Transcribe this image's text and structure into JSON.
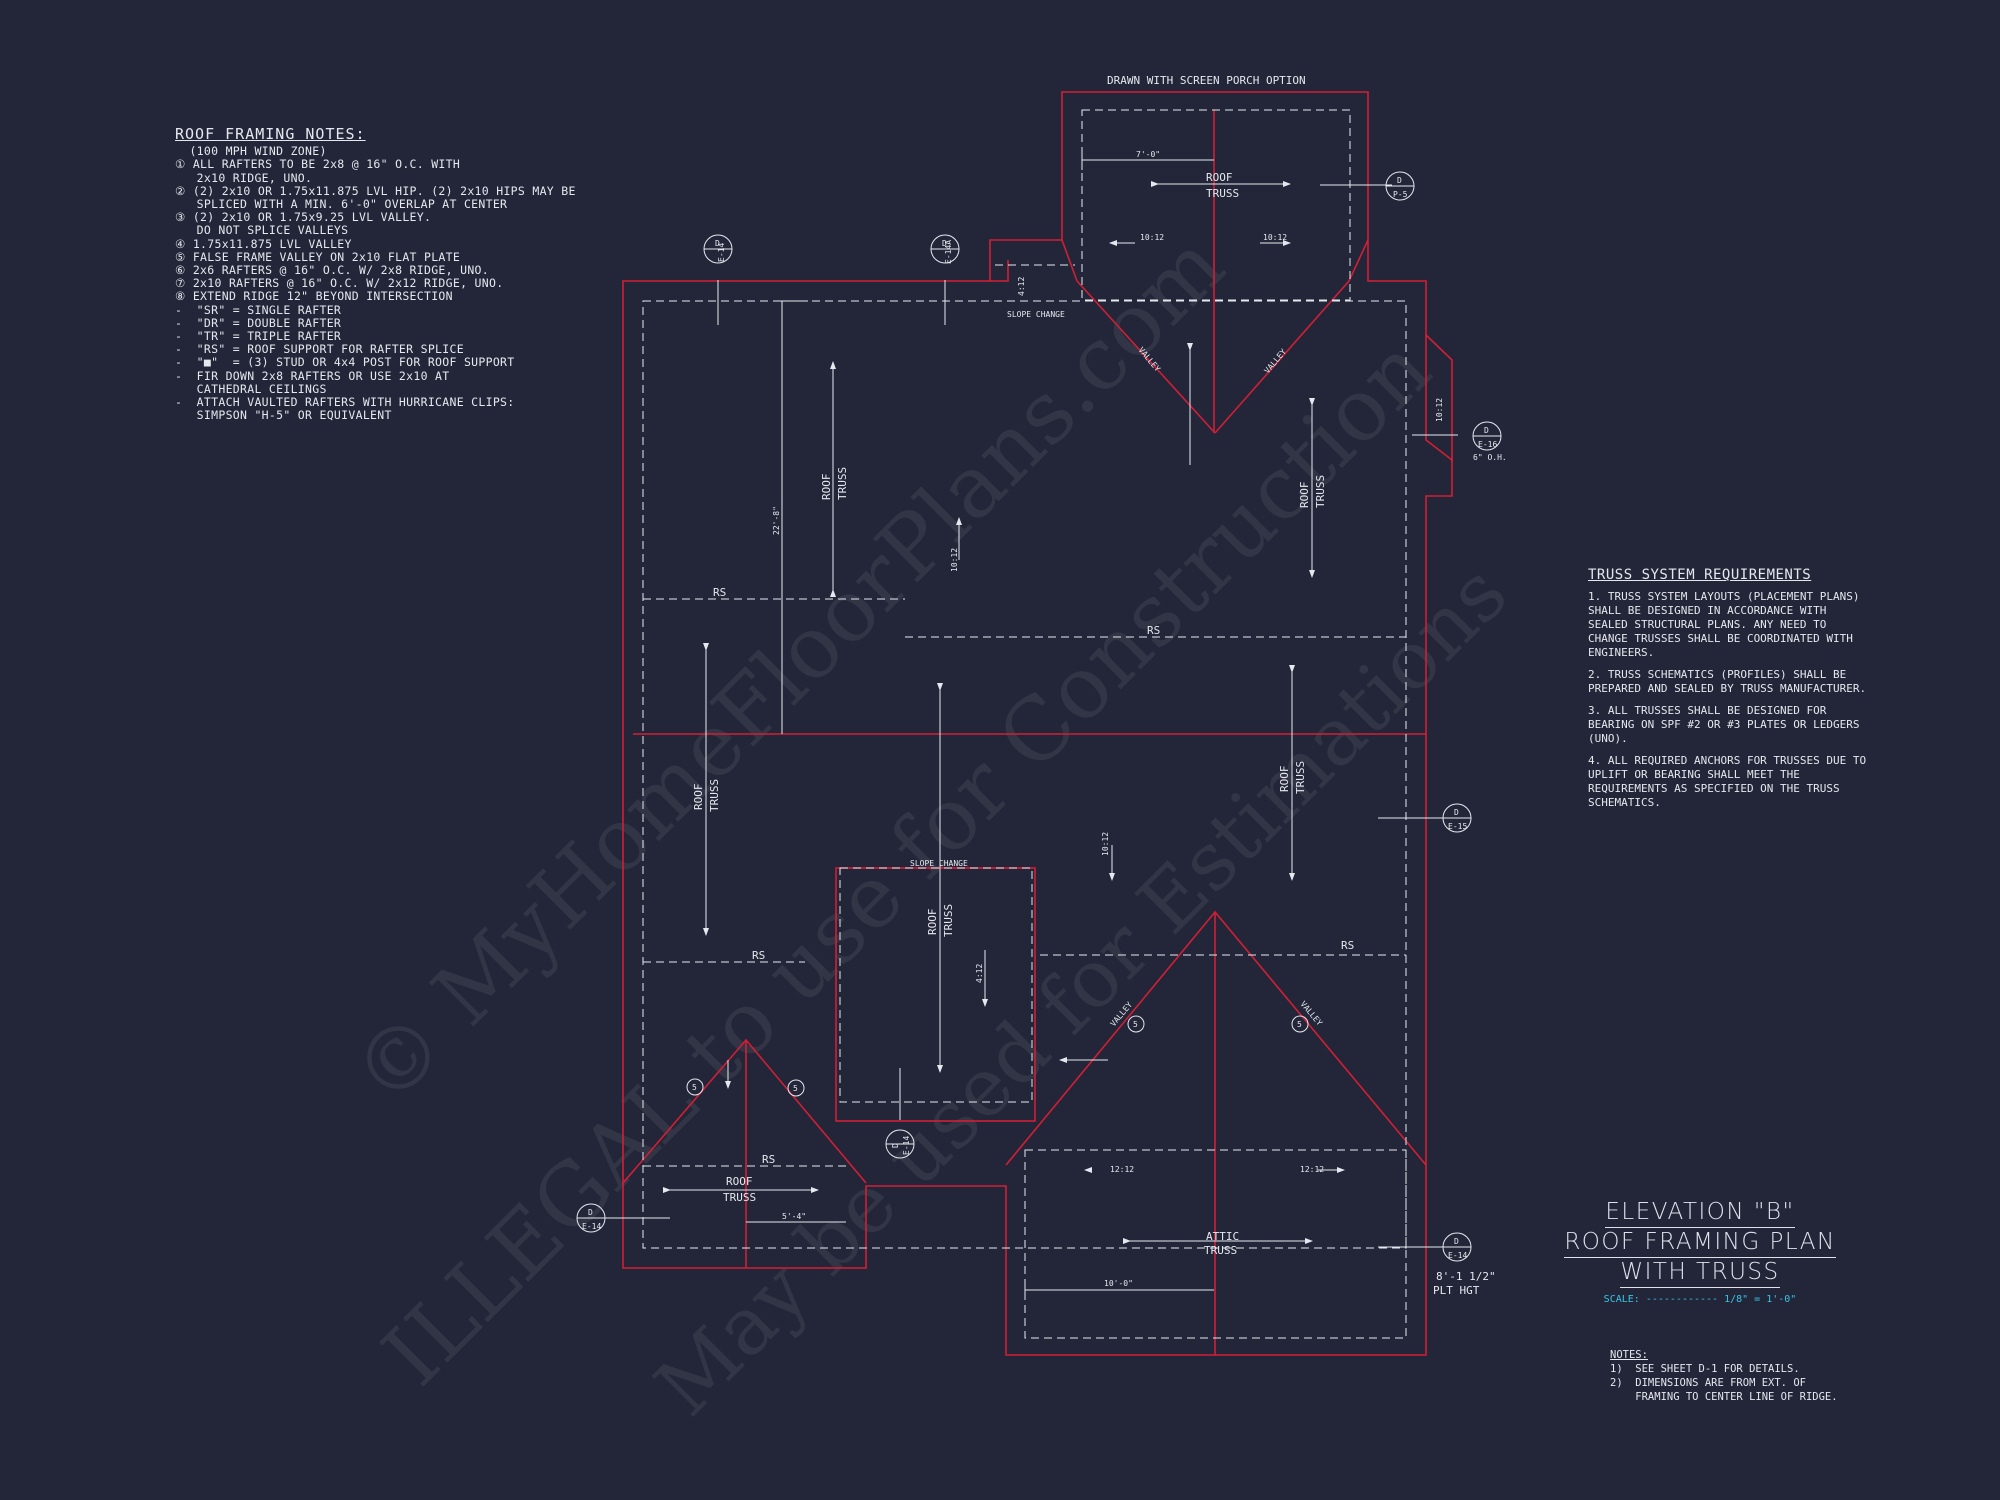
{
  "roof_framing_notes": {
    "title": "ROOF FRAMING NOTES:",
    "lines": [
      "  (100 MPH WIND ZONE)",
      "① ALL RAFTERS TO BE 2x8 @ 16\" O.C. WITH",
      "   2x10 RIDGE, UNO.",
      "② (2) 2x10 OR 1.75x11.875 LVL HIP. (2) 2x10 HIPS MAY BE",
      "   SPLICED WITH A MIN. 6'-0\" OVERLAP AT CENTER",
      "③ (2) 2x10 OR 1.75x9.25 LVL VALLEY.",
      "   DO NOT SPLICE VALLEYS",
      "④ 1.75x11.875 LVL VALLEY",
      "⑤ FALSE FRAME VALLEY ON 2x10 FLAT PLATE",
      "⑥ 2x6 RAFTERS @ 16\" O.C. W/ 2x8 RIDGE, UNO.",
      "⑦ 2x10 RAFTERS @ 16\" O.C. W/ 2x12 RIDGE, UNO.",
      "⑧ EXTEND RIDGE 12\" BEYOND INTERSECTION",
      "-  \"SR\" = SINGLE RAFTER",
      "-  \"DR\" = DOUBLE RAFTER",
      "-  \"TR\" = TRIPLE RAFTER",
      "-  \"RS\" = ROOF SUPPORT FOR RAFTER SPLICE",
      "-  \"■\"  = (3) STUD OR 4x4 POST FOR ROOF SUPPORT",
      "-  FIR DOWN 2x8 RAFTERS OR USE 2x10 AT",
      "   CATHEDRAL CEILINGS",
      "-  ATTACH VAULTED RAFTERS WITH HURRICANE CLIPS:",
      "   SIMPSON \"H-5\" OR EQUIVALENT"
    ]
  },
  "truss_requirements": {
    "title": "TRUSS SYSTEM REQUIREMENTS",
    "items": [
      "1. TRUSS SYSTEM LAYOUTS (PLACEMENT PLANS) SHALL BE DESIGNED IN ACCORDANCE WITH SEALED STRUCTURAL PLANS. ANY NEED TO CHANGE TRUSSES SHALL BE COORDINATED WITH ENGINEERS.",
      "2. TRUSS SCHEMATICS (PROFILES) SHALL BE PREPARED AND SEALED BY TRUSS MANUFACTURER.",
      "3. ALL TRUSSES SHALL BE DESIGNED FOR BEARING ON SPF #2 OR #3 PLATES OR LEDGERS (UNO).",
      "4. ALL REQUIRED ANCHORS FOR TRUSSES DUE TO UPLIFT OR BEARING SHALL MEET THE REQUIREMENTS AS SPECIFIED ON THE TRUSS SCHEMATICS."
    ]
  },
  "title_block": {
    "line1": "ELEVATION \"B\"",
    "line2": "ROOF FRAMING PLAN",
    "line3": "WITH TRUSS",
    "scale": "SCALE: ------------ 1/8\" = 1'-0\""
  },
  "footnotes": {
    "title": "NOTES:",
    "lines": [
      "1)  SEE SHEET D-1 FOR DETAILS.",
      "2)  DIMENSIONS ARE FROM EXT. OF",
      "    FRAMING TO CENTER LINE OF RIDGE."
    ]
  },
  "plan_labels": {
    "porch_note": "DRAWN WITH SCREEN PORCH OPTION",
    "roof": "ROOF",
    "truss": "TRUSS",
    "attic": "ATTIC",
    "rs": "RS",
    "valley": "VALLEY",
    "slope_change": "SLOPE CHANGE",
    "dim_7_0": "7'-0\"",
    "dim_22_8": "22'-8\"",
    "dim_5_4": "5'-4\"",
    "dim_10_0": "10'-0\"",
    "pitch_10_12": "10:12",
    "pitch_12_12": "12:12",
    "pitch_4_12": "4:12",
    "plt_hgt_1": "8'-1 1/2\"",
    "plt_hgt_2": "PLT HGT",
    "overhang": "6\" O.H.",
    "circled_5": "5",
    "tag_d": "D",
    "ref_e14": "E-14",
    "ref_e14a": "E-14A",
    "ref_e15": "E-15",
    "ref_e16": "E-16",
    "ref_p5": "P-5"
  },
  "watermark": {
    "line1": "© MyHomeFloorPlans.com",
    "line2": "ILLEGAL to use for Construction",
    "line3": "May be used for Estimations"
  },
  "colors": {
    "background": "#222638",
    "wall_outline": "#d21f35",
    "linework": "#e6e8ef",
    "scale_text": "#39c4e6"
  }
}
